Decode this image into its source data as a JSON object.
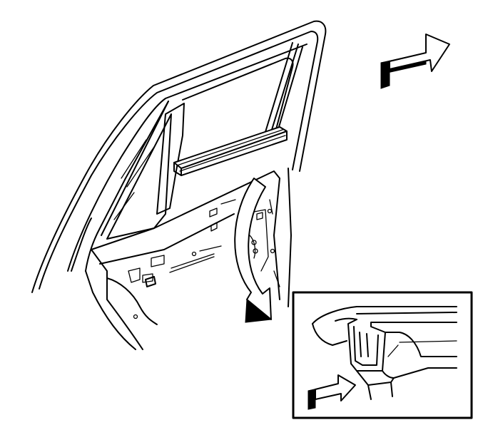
{
  "figure": {
    "background": "#ffffff",
    "line_color": "#000000",
    "parts": [
      "door-window-frame",
      "window-glass",
      "door-inner-panel",
      "window-seal-strip",
      "inset-detail",
      "direction-arrow",
      "callout-arrow"
    ]
  }
}
